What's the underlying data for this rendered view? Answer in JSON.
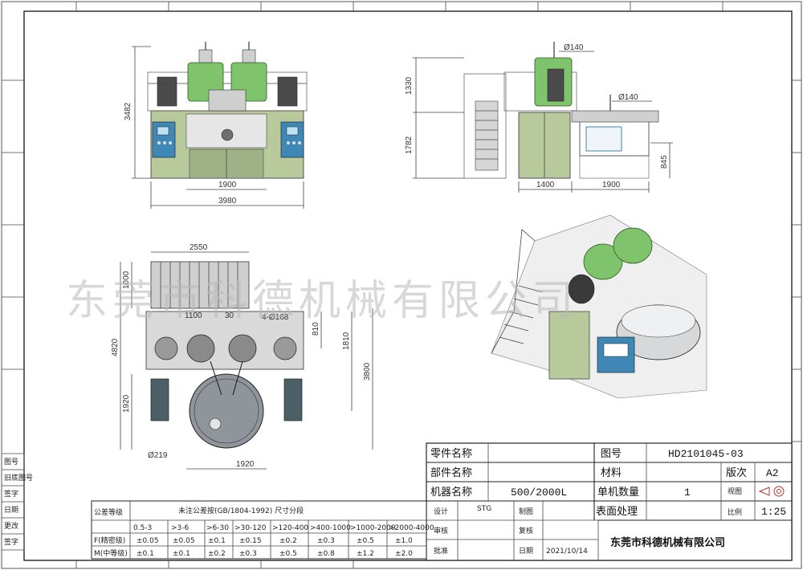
{
  "dimensions": {
    "front_height": "3482",
    "front_inner_width": "1900",
    "front_total_width": "3980",
    "side_upper_height": "1330",
    "side_lower_height": "1782",
    "side_top_dia": "Ø140",
    "side_mid_dia": "Ø140",
    "side_right_height": "845",
    "side_left_width": "1400",
    "side_right_width": "1900",
    "plan_top_width": "2550",
    "plan_stair_depth": "1000",
    "plan_total_depth": "4820",
    "plan_inner_width": "1100",
    "plan_small_gap": "30",
    "plan_hole": "4-Ø168",
    "plan_offset_a": "810",
    "plan_offset_b": "1810",
    "plan_right_depth": "3800",
    "plan_left_lower": "1920",
    "plan_outlet_dia": "Ø219",
    "plan_bottom_width": "1920"
  },
  "watermark": "东莞市科德机械有限公司",
  "title_block": {
    "part_name_label": "零件名称",
    "component_name_label": "部件名称",
    "machine_name_label": "机器名称",
    "machine_name_value": "500/2000L",
    "drawing_no_label": "图号",
    "drawing_no_value": "HD2101045-03",
    "material_label": "材料",
    "version_label": "版次",
    "version_value": "A2",
    "unit_qty_label": "单机数量",
    "unit_qty_value": "1",
    "view_label": "视图",
    "surface_label": "表面处理",
    "scale_label": "比例",
    "scale_value": "1:25",
    "design_label": "设计",
    "design_value": "STG",
    "draw_label": "制图",
    "check_label": "审核",
    "recheck_label": "复核",
    "approve_label": "批准",
    "date_label": "日期",
    "date_value": "2021/10/14",
    "company": "东莞市科德机械有限公司"
  },
  "tolerance_table": {
    "grade_label": "公差等级",
    "title": "未注公差按(GB/1804-1992)  尺寸分段",
    "ranges": [
      "0.5-3",
      ">3-6",
      ">6-30",
      ">30-120",
      ">120-400",
      ">400-1000",
      ">1000-2000",
      ">2000-4000"
    ],
    "fine_label": "F(精密级)",
    "fine": [
      "±0.05",
      "±0.05",
      "±0.1",
      "±0.15",
      "±0.2",
      "±0.3",
      "±0.5",
      "±1.0"
    ],
    "medium_label": "M(中等级)",
    "medium": [
      "±0.1",
      "±0.1",
      "±0.2",
      "±0.3",
      "±0.5",
      "±0.8",
      "±1.2",
      "±2.0"
    ]
  },
  "side_stamp": [
    "图号",
    "旧底图号",
    "签字",
    "日期",
    "更改",
    "签字"
  ],
  "colors": {
    "tank_green": "#7fc46c",
    "frame_green": "#b8c99c",
    "panel_blue": "#3f88b5",
    "motor_dark": "#4a4a4a",
    "steel": "#cfcfcf"
  }
}
